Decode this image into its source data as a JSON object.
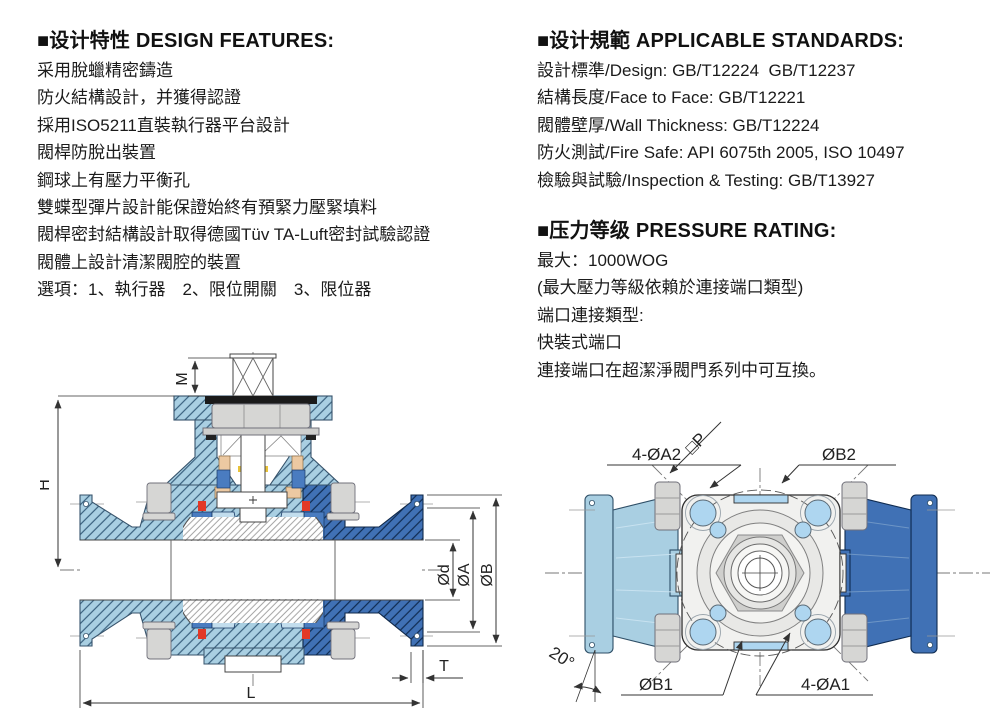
{
  "page": {
    "background": "#ffffff"
  },
  "sections": {
    "design_features": {
      "title": "■设计特性 DESIGN FEATURES:",
      "lines": [
        "采用脫蠟精密鑄造",
        "防火結構設計，并獲得認證",
        "採用ISO5211直裝執行器平台設計",
        "閥桿防脫出裝置",
        "鋼球上有壓力平衡孔",
        "雙蝶型彈片設計能保證始終有預緊力壓緊填料",
        "閥桿密封結構設計取得德國Tüv TA-Luft密封試驗認證",
        "閥體上設計清潔閥腔的裝置",
        "選項：1、執行器　2、限位開關　3、限位器"
      ]
    },
    "applicable_standards": {
      "title": "■设计規範 APPLICABLE STANDARDS:",
      "lines": [
        "設計標準/Design: GB/T12224  GB/T12237",
        "結構長度/Face to Face: GB/T12221",
        "閥體壁厚/Wall Thickness: GB/T12224",
        "防火測試/Fire Safe: API 6075th 2005, ISO 10497",
        "檢驗與試驗/Inspection & Testing: GB/T13927"
      ]
    },
    "pressure_rating": {
      "title": "■压力等级 PRESSURE RATING:",
      "lines": [
        "最大：1000WOG",
        "(最大壓力等級依賴於連接端口類型)",
        "端口連接類型:",
        "快裝式端口",
        "連接端口在超潔淨閥門系列中可互換。"
      ]
    }
  },
  "drawings": {
    "side_view": {
      "dims": {
        "M": "M",
        "H": "H",
        "d": "Ød",
        "A": "ØA",
        "B": "ØB",
        "T": "T",
        "L": "L"
      }
    },
    "end_view": {
      "dims": {
        "P": "□P",
        "A2": "4-ØA2",
        "B2": "ØB2",
        "B1": "ØB1",
        "A1": "4-ØA1",
        "angle": "20°"
      }
    }
  },
  "colors": {
    "body_light": "#a9cfe2",
    "body_dark": "#4071b5",
    "seat_blue": "#4a7cc0",
    "seat_light": "#c2dded",
    "seal_tan": "#ecc9a2",
    "seal_red": "#e23826",
    "seal_yellow": "#e8c23a",
    "hole_blue": "#aed6f0",
    "hardware_gray": "#d6d6d4",
    "plate_gray": "#f1f1ef",
    "line_dark": "#2e2e2e"
  }
}
